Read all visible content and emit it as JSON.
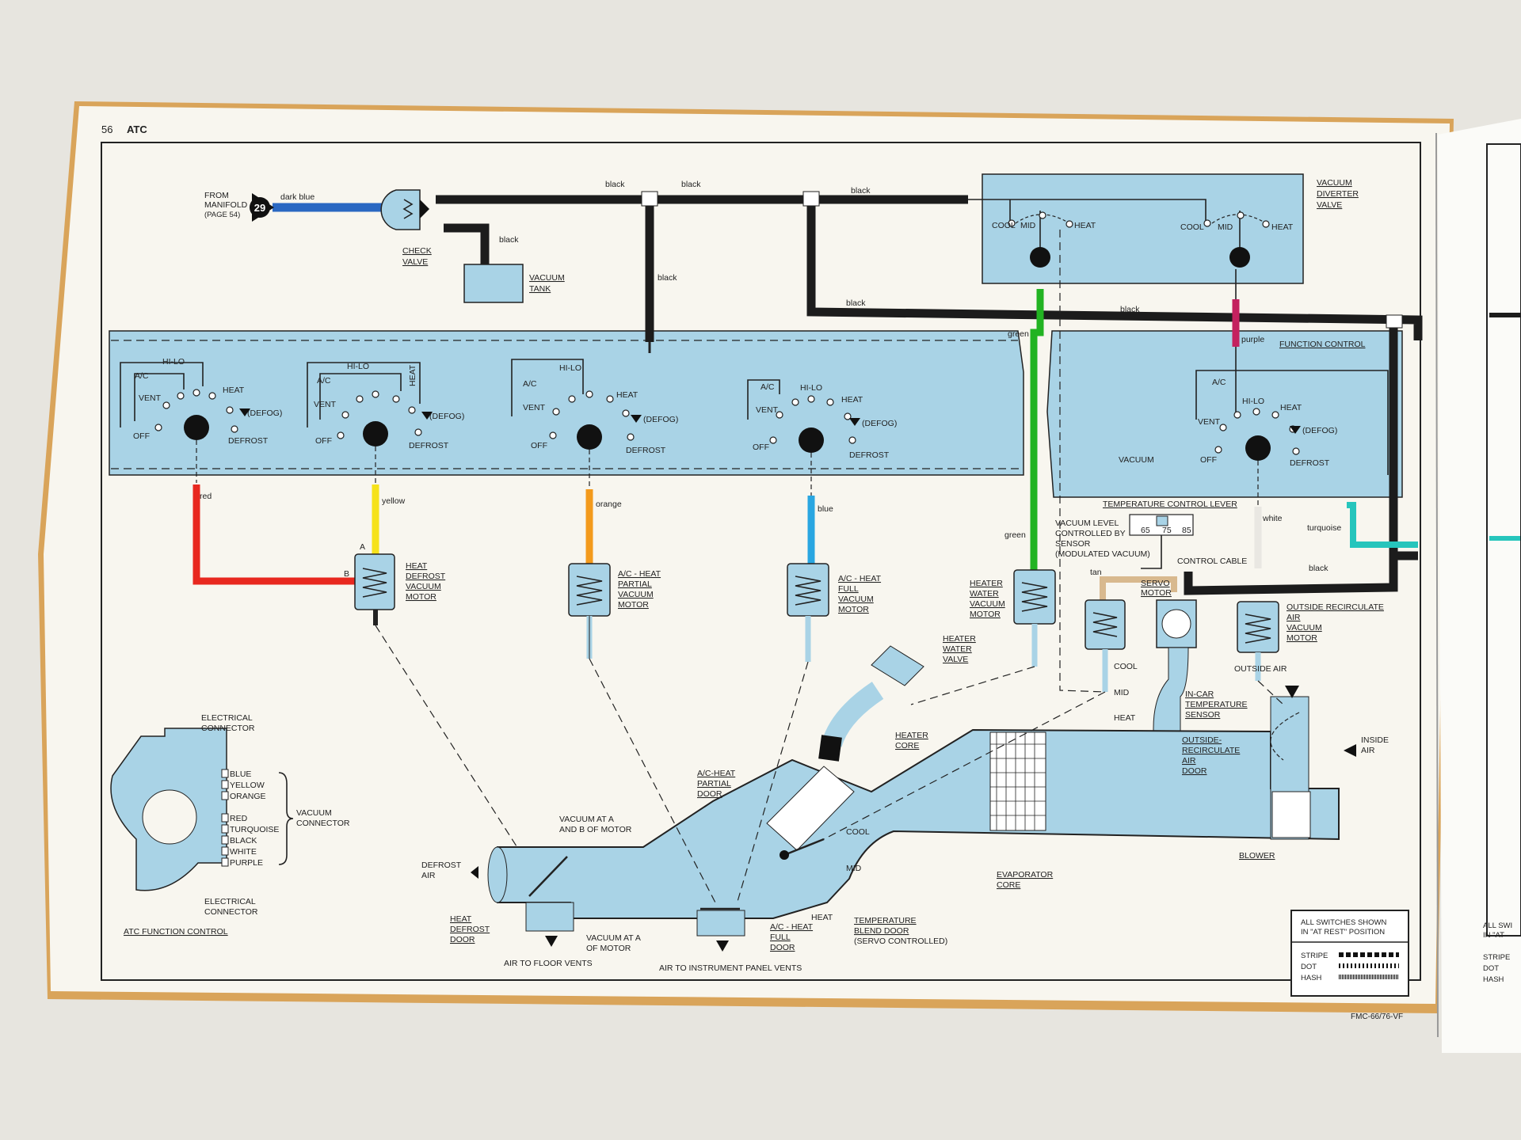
{
  "page": {
    "number": "56",
    "section": "ATC",
    "footer_code": "FMC-66/76-VF"
  },
  "colors": {
    "page_paper": "#f7f5ee",
    "panel_blue": "#a9d3e6",
    "hose_black": "#1c1c1c",
    "dark_blue": "#2a68c2",
    "red": "#e8281f",
    "yellow": "#f6e21a",
    "orange": "#f39a1c",
    "blue": "#29a6e1",
    "green": "#22b322",
    "purple": "#c4215f",
    "turquoise": "#26c5bc",
    "white": "#e9e7e2",
    "tan": "#d8b98e"
  },
  "hoses": {
    "dark_blue": "dark blue",
    "black": "black",
    "red": "red",
    "yellow": "yellow",
    "orange": "orange",
    "blue": "blue",
    "green": "green",
    "purple": "purple",
    "white": "white",
    "turquoise": "turquoise",
    "tan": "tan"
  },
  "manifold": {
    "line1": "FROM",
    "line2": "MANIFOLD",
    "line3": "(PAGE 54)",
    "badge": "29"
  },
  "check_valve": {
    "line1": "CHECK",
    "line2": "VALVE"
  },
  "vacuum_tank": {
    "line1": "VACUUM",
    "line2": "TANK"
  },
  "diverter": {
    "line1": "VACUUM",
    "line2": "DIVERTER",
    "line3": "VALVE",
    "cool": "COOL",
    "mid": "MID",
    "heat": "HEAT"
  },
  "function_control": {
    "title": "FUNCTION CONTROL",
    "vacuum": "VACUUM"
  },
  "switch": {
    "hi_lo": "HI-LO",
    "ac": "A/C",
    "vent": "VENT",
    "off": "OFF",
    "heat": "HEAT",
    "defog": "(DEFOG)",
    "defrost": "DEFROST"
  },
  "temp_lever": {
    "title": "TEMPERATURE CONTROL LEVER",
    "ticks": [
      "65",
      "75",
      "85"
    ]
  },
  "vacuum_level": {
    "line1": "VACUUM LEVEL",
    "line2": "CONTROLLED BY",
    "line3": "SENSOR",
    "line4": "(MODULATED VACUUM)"
  },
  "control_cable": "CONTROL CABLE",
  "servo_motor": {
    "line1": "SERVO",
    "line2": "MOTOR"
  },
  "ab": {
    "a": "A",
    "b": "B"
  },
  "motors": {
    "heat_defrost": [
      "HEAT",
      "DEFROST",
      "VACUUM",
      "MOTOR"
    ],
    "ac_heat_partial": [
      "A/C - HEAT",
      "PARTIAL",
      "VACUUM",
      "MOTOR"
    ],
    "ac_heat_full": [
      "A/C - HEAT",
      "FULL",
      "VACUUM",
      "MOTOR"
    ],
    "heater_water": [
      "HEATER",
      "WATER",
      "VACUUM",
      "MOTOR"
    ],
    "outside_recirc": [
      "OUTSIDE RECIRCULATE",
      "AIR",
      "VACUUM",
      "MOTOR"
    ]
  },
  "heater_water_valve": [
    "HEATER",
    "WATER",
    "VALVE"
  ],
  "incar_sensor": [
    "IN-CAR",
    "TEMPERATURE",
    "SENSOR"
  ],
  "outside_air": "OUTSIDE AIR",
  "inside_air": [
    "INSIDE",
    "AIR"
  ],
  "recirc_door": [
    "OUTSIDE-",
    "RECIRCULATE",
    "AIR",
    "DOOR"
  ],
  "heater_core": [
    "HEATER",
    "CORE"
  ],
  "ac_heat_partial_door": [
    "A/C-HEAT",
    "PARTIAL",
    "DOOR"
  ],
  "vacuum_ab_top": [
    "VACUUM AT A",
    "AND B OF MOTOR"
  ],
  "vacuum_a_bottom": [
    "VACUUM AT A",
    "OF MOTOR"
  ],
  "defrost_air": [
    "DEFROST",
    "AIR"
  ],
  "heat_defrost_door": [
    "HEAT",
    "DEFROST",
    "DOOR"
  ],
  "air_floor": "AIR TO FLOOR VENTS",
  "air_panel": "AIR TO INSTRUMENT PANEL VENTS",
  "ac_heat_full_door": [
    "A/C - HEAT",
    "FULL",
    "DOOR"
  ],
  "blend": {
    "cool": "COOL",
    "mid": "MID",
    "heat": "HEAT"
  },
  "blend_door": [
    "TEMPERATURE",
    "BLEND DOOR",
    "(SERVO CONTROLLED)"
  ],
  "evaporator": [
    "EVAPORATOR",
    "CORE"
  ],
  "blower": "BLOWER",
  "servo_travel": {
    "cool": "COOL",
    "mid": "MID",
    "heat": "HEAT"
  },
  "electrical_connector": [
    "ELECTRICAL",
    "CONNECTOR"
  ],
  "connector_colors": [
    "BLUE",
    "YELLOW",
    "ORANGE",
    "RED",
    "TURQUOISE",
    "BLACK",
    "WHITE",
    "PURPLE"
  ],
  "vacuum_connector": [
    "VACUUM",
    "CONNECTOR"
  ],
  "atc_function_control": "ATC FUNCTION CONTROL",
  "legend": {
    "note_line1": "ALL SWITCHES SHOWN",
    "note_line2": "IN \"AT REST\" POSITION",
    "stripe": "STRIPE",
    "dot": "DOT",
    "hash": "HASH"
  },
  "next_page": {
    "line1": "ALL SWI",
    "line2": "IN \"AT",
    "stripe": "STRIPE",
    "dot": "DOT",
    "hash": "HASH"
  }
}
